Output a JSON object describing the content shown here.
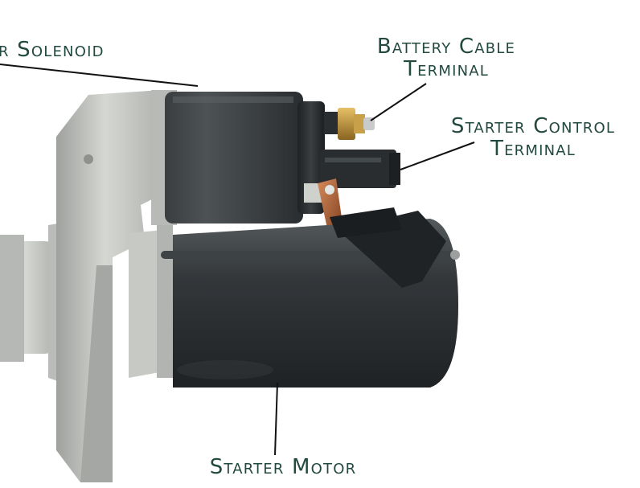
{
  "labels": {
    "solenoid": "r Solenoid",
    "battery_line1": "Battery Cable",
    "battery_line2": "Terminal",
    "control_line1": "Starter Control",
    "control_line2": "Terminal",
    "motor": "Starter Motor"
  },
  "colors": {
    "label_text": "#234a40",
    "leader_line": "#111111",
    "housing": "#c2c4c0",
    "body": "#2e3132"
  }
}
